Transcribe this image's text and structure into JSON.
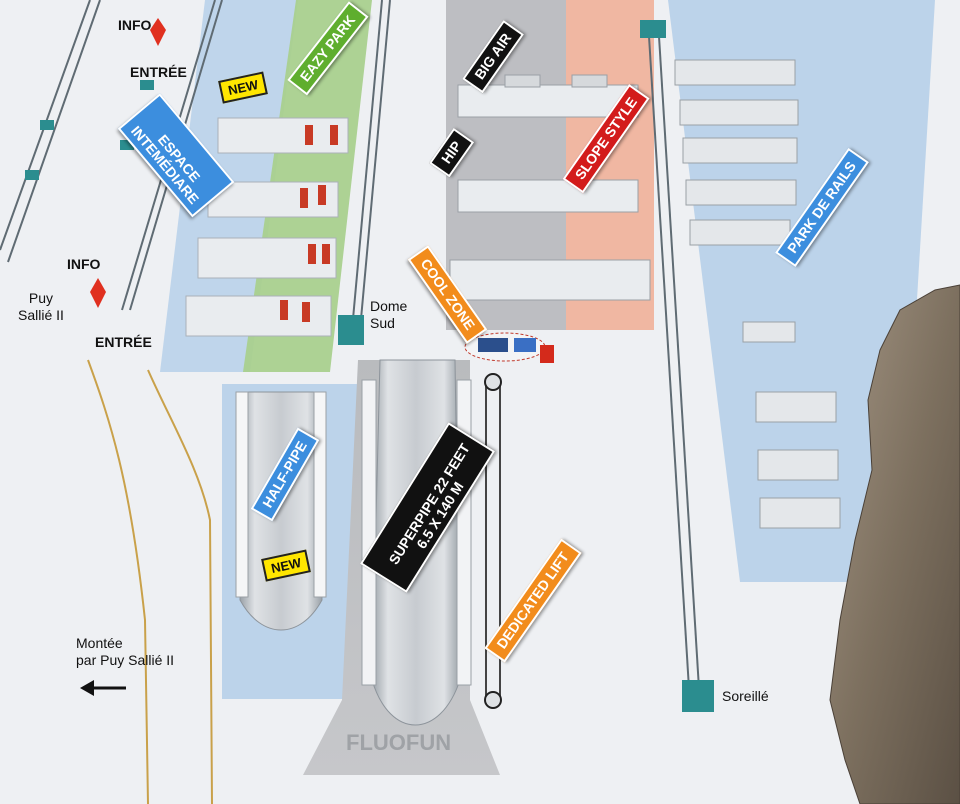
{
  "map": {
    "colors": {
      "snow": "#eef0f3",
      "blue_zone": "#bcd3ea",
      "green_zone": "#a9d08e",
      "grey_zone": "#bdbec2",
      "salmon_zone": "#f0b7a2",
      "lift_cable": "#5f6b73",
      "fence": "#c9a14a",
      "rock": "#8a7d6e",
      "info_marker": "#e0301f"
    },
    "zone_labels": {
      "eazy_park": "EAZY PARK",
      "espace": "ESPACE\nINTEMÉDIARE",
      "big_air": "BIG AIR",
      "hip": "HIP",
      "slope_style": "SLOPE STYLE",
      "cool_zone": "COOL ZONE",
      "park_de_rails": "PARK DE RAILS",
      "half_pipe": "HALF-PIPE",
      "superpipe": "SUPERPIPE 22 FEET\n6.5 X 140 M",
      "dedicated_lift": "DEDICATED LIFT"
    },
    "badges": {
      "new_top": "NEW",
      "new_bottom": "NEW"
    },
    "place_labels": {
      "info_top": "INFO",
      "entree_top": "ENTRÉE",
      "info_left": "INFO",
      "entree_left": "ENTRÉE",
      "puy_sallie": "Puy\nSallié II",
      "dome_sud": "Dome\nSud",
      "montee": "Montée\npar Puy Sallié II",
      "soreille": "Soreillé",
      "fluofun": "FLUOFUN"
    },
    "icons": {
      "info_marker": "info-marker-icon",
      "arrow_left": "arrow-left-icon",
      "lift_pylon": "lift-pylon-icon"
    }
  }
}
